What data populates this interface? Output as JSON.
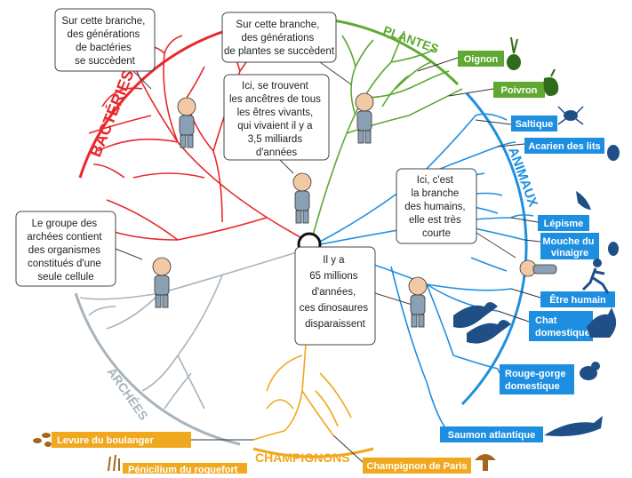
{
  "groups": {
    "bacteria": {
      "name": "BACTÉRIES",
      "color": "#e8282b"
    },
    "plants": {
      "name": "PLANTES",
      "color": "#5fa832"
    },
    "animals": {
      "name": "ANIMAUX",
      "color": "#1e8fe0"
    },
    "archaea": {
      "name": "ARCHÉES",
      "color": "#a8b4bd"
    },
    "fungi": {
      "name": "CHAMPIGNONS",
      "color": "#f0a81e"
    }
  },
  "bubbles": {
    "bacteria": [
      "Sur cette branche,",
      "des générations",
      "de bactéries",
      "se succèdent"
    ],
    "plants": [
      "Sur cette branche,",
      "des générations",
      "de plantes se succèdent"
    ],
    "ancestors": [
      "Ici, se trouvent",
      "les ancêtres de tous",
      "les êtres vivants,",
      "qui vivaient il y a",
      "3,5 milliards",
      "d'années"
    ],
    "archaea": [
      "Le groupe des",
      "archées contient",
      "des organismes",
      "constitués d'une",
      "seule cellule"
    ],
    "humans": [
      "Ici, c'est",
      "la branche",
      "des humains,",
      "elle est très",
      "courte"
    ],
    "dinosaurs": [
      "Il y a",
      "65 millions",
      "d'années,",
      "ces dinosaures",
      "disparaissent"
    ]
  },
  "species": {
    "oignon": "Oignon",
    "poivron": "Poivron",
    "saltique": "Saltique",
    "acarien": "Acarien des lits",
    "lepisme": "Lépisme",
    "mouche": [
      "Mouche du",
      "vinaigre"
    ],
    "humain": "Être humain",
    "chat": [
      "Chat",
      "domestique"
    ],
    "rouge_gorge": [
      "Rouge-gorge",
      "domestique"
    ],
    "saumon": "Saumon atlantique",
    "levure": "Levure du boulanger",
    "penicillium": "Pénicilium du roquefort",
    "champignon_paris": "Champignon de Paris"
  }
}
